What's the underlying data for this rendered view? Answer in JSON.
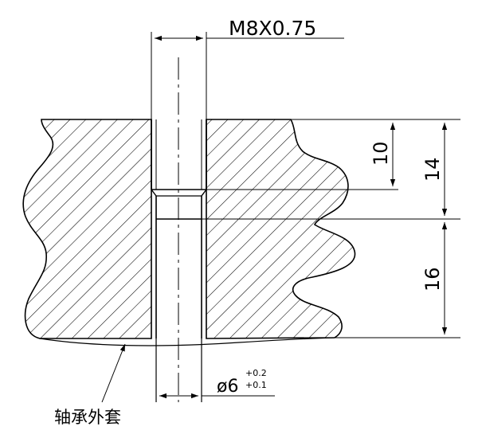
{
  "annotations": {
    "thread": "M8X0.75",
    "depth_thread": "10",
    "depth_hole": "14",
    "dim_lower": "16",
    "diameter_main": "ø6",
    "tol_upper": "+0.2",
    "tol_lower": "+0.1",
    "part_label": "轴承外套"
  }
}
